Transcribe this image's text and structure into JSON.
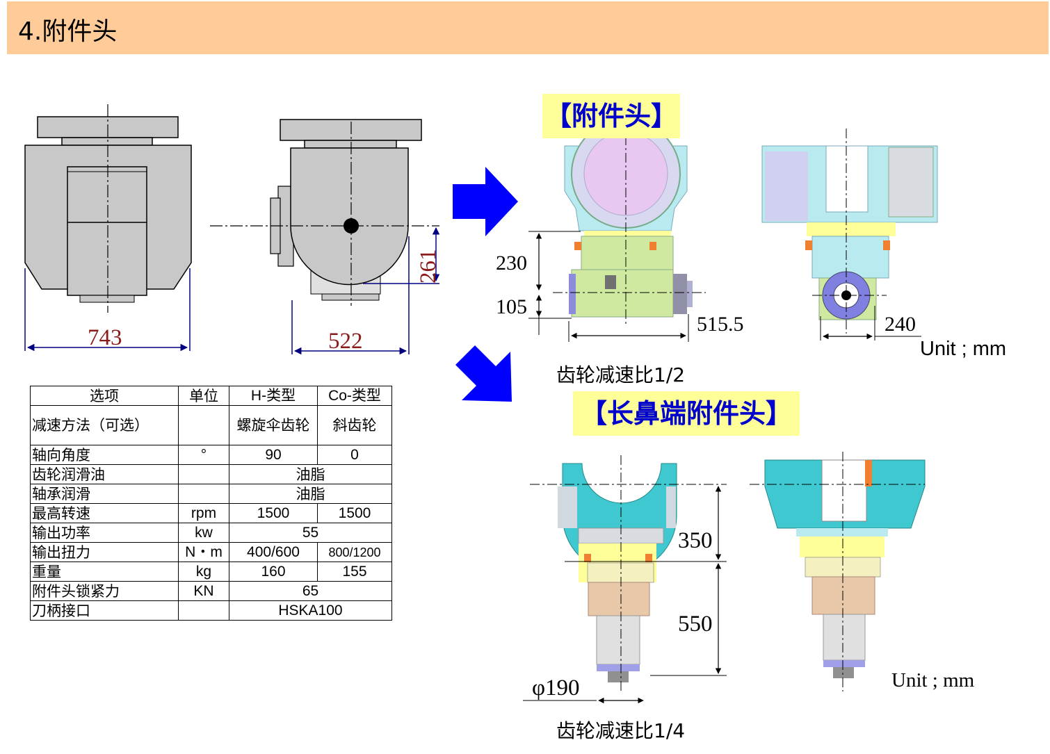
{
  "title": "4.附件头",
  "top_view": {
    "width_dim": "743",
    "depth_dim": "522",
    "offset_dim": "261"
  },
  "attachment_head": {
    "label": "【附件头】",
    "dim_230": "230",
    "dim_105": "105",
    "dim_515": "515.5",
    "dim_240": "240",
    "unit": "Unit ; mm",
    "gear_ratio": "齿轮减速比1/2"
  },
  "long_nose_head": {
    "label": "【长鼻端附件头】",
    "dim_350": "350",
    "dim_550": "550",
    "dim_phi": "φ190",
    "unit": "Unit ; mm",
    "gear_ratio": "齿轮减速比1/4"
  },
  "arrows": {
    "color": "#0000ff"
  },
  "spec_table": {
    "headers": [
      "选项",
      "单位",
      "H-类型",
      "Co-类型"
    ],
    "rows": [
      {
        "item": "减速方法（可选）",
        "unit": "",
        "h": "螺旋伞齿轮",
        "co": "斜齿轮"
      },
      {
        "item": "轴向角度",
        "unit": "°",
        "h": "90",
        "co": "0"
      },
      {
        "item": "齿轮润滑油",
        "unit": "",
        "merged": "油脂"
      },
      {
        "item": "轴承润滑",
        "unit": "",
        "merged": "油脂"
      },
      {
        "item": "最高转速",
        "unit": "rpm",
        "h": "1500",
        "co": "1500"
      },
      {
        "item": "输出功率",
        "unit": "kw",
        "merged": "55"
      },
      {
        "item": "输出扭力",
        "unit": "N・m",
        "h": "400/600",
        "co": "800/1200"
      },
      {
        "item": "重量",
        "unit": "kg",
        "h": "160",
        "co": "155"
      },
      {
        "item": "附件头锁紧力",
        "unit": "KN",
        "merged": "65"
      },
      {
        "item": "刀柄接口",
        "unit": "",
        "merged": "HSKA100"
      }
    ]
  }
}
